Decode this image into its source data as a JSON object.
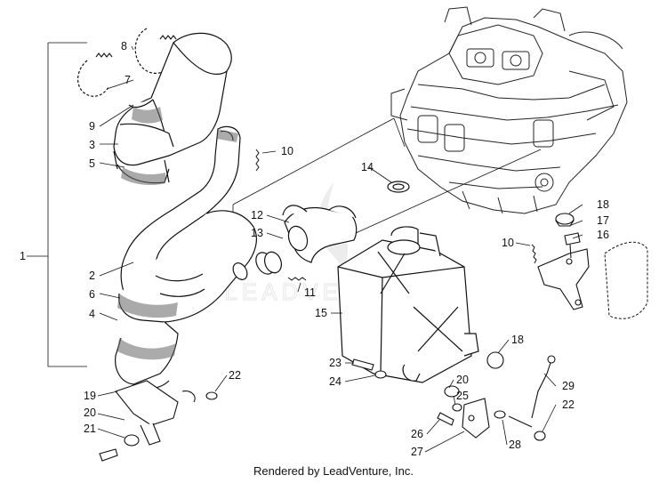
{
  "diagram": {
    "callouts": [
      "1",
      "2",
      "3",
      "4",
      "5",
      "6",
      "7",
      "8",
      "9",
      "10",
      "10",
      "11",
      "12",
      "13",
      "14",
      "15",
      "16",
      "17",
      "18",
      "18",
      "19",
      "20",
      "20",
      "21",
      "22",
      "22",
      "23",
      "24",
      "25",
      "26",
      "27",
      "28",
      "29"
    ],
    "watermark": "LEADVENTURE"
  },
  "footer": {
    "text": "Rendered by LeadVenture, Inc."
  }
}
